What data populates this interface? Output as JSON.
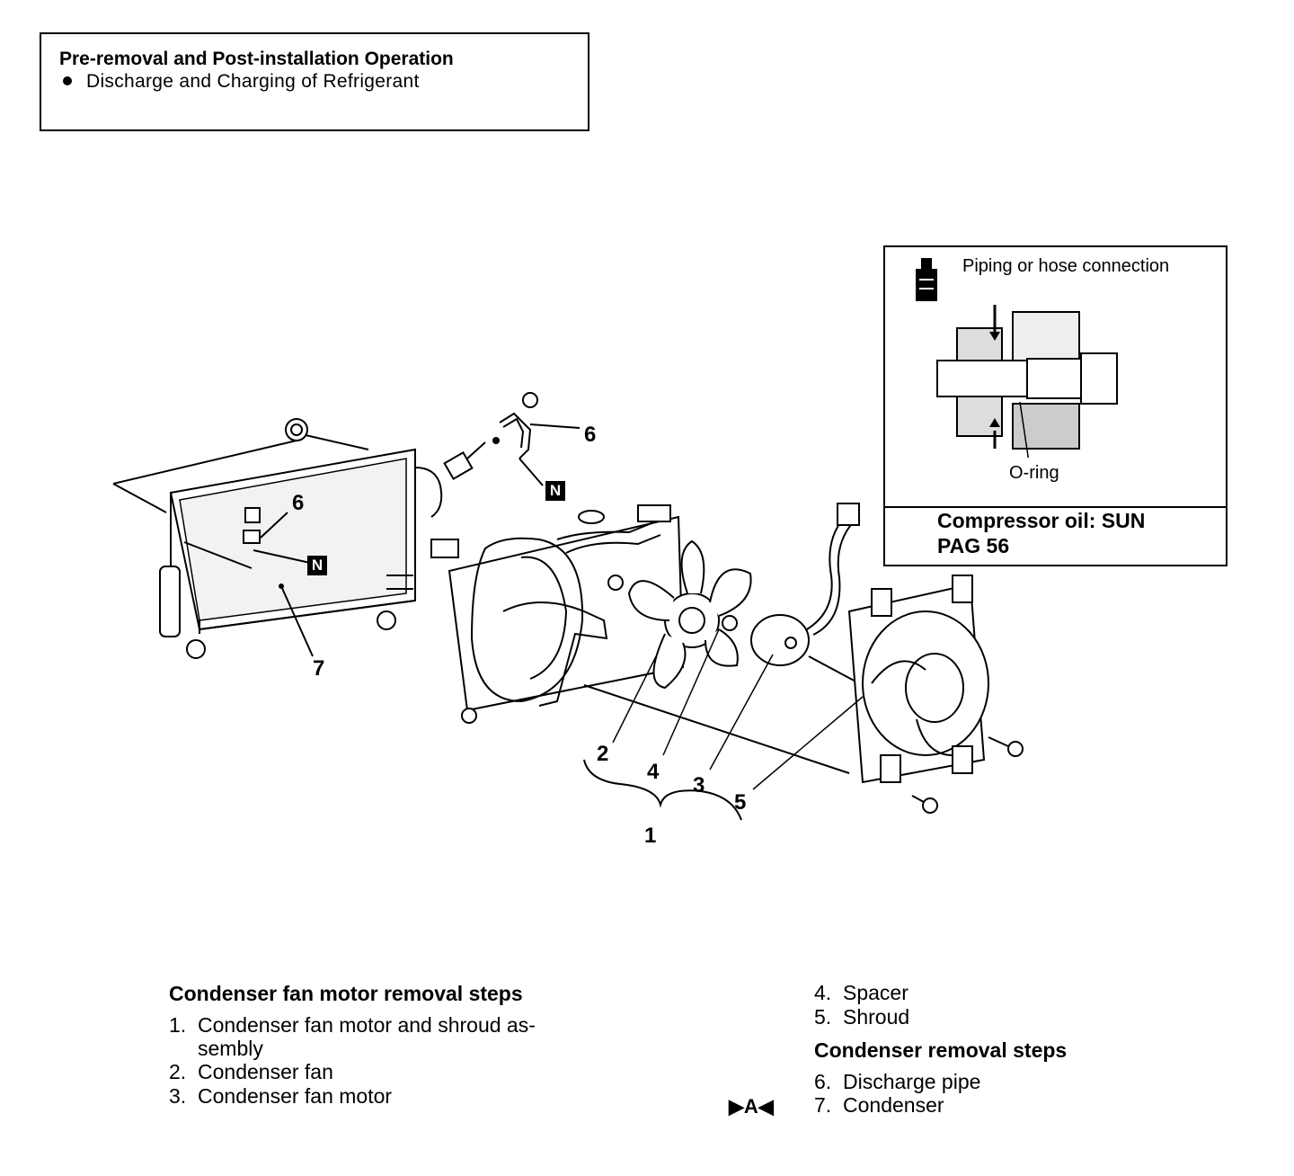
{
  "pre_removal": {
    "title": "Pre-removal and Post-installation Operation",
    "items": [
      "Discharge and Charging of Refrigerant"
    ]
  },
  "inset": {
    "caption": "Piping or hose connection",
    "oring_label": "O-ring",
    "oil_line1": "Compressor oil: SUN",
    "oil_line2": "PAG 56"
  },
  "callouts": {
    "c1": "1",
    "c2": "2",
    "c3": "3",
    "c4": "4",
    "c5": "5",
    "c6a": "6",
    "c6b": "6",
    "c7": "7",
    "n_badge": "N"
  },
  "fan_motor_steps": {
    "title": "Condenser fan motor removal steps",
    "step1_num": "1.",
    "step1_line1": "Condenser fan motor and shroud as-",
    "step1_line2": "sembly",
    "step2_num": "2.",
    "step2": "Condenser fan",
    "step3_num": "3.",
    "step3": "Condenser fan motor",
    "step4_num": "4.",
    "step4": "Spacer",
    "step5_num": "5.",
    "step5": "Shroud"
  },
  "condenser_steps": {
    "title": "Condenser removal steps",
    "step6_num": "6.",
    "step6": "Discharge pipe",
    "step7_num": "7.",
    "step7": "Condenser",
    "step7_mark": "A"
  },
  "colors": {
    "ink": "#000000",
    "paper": "#ffffff"
  }
}
